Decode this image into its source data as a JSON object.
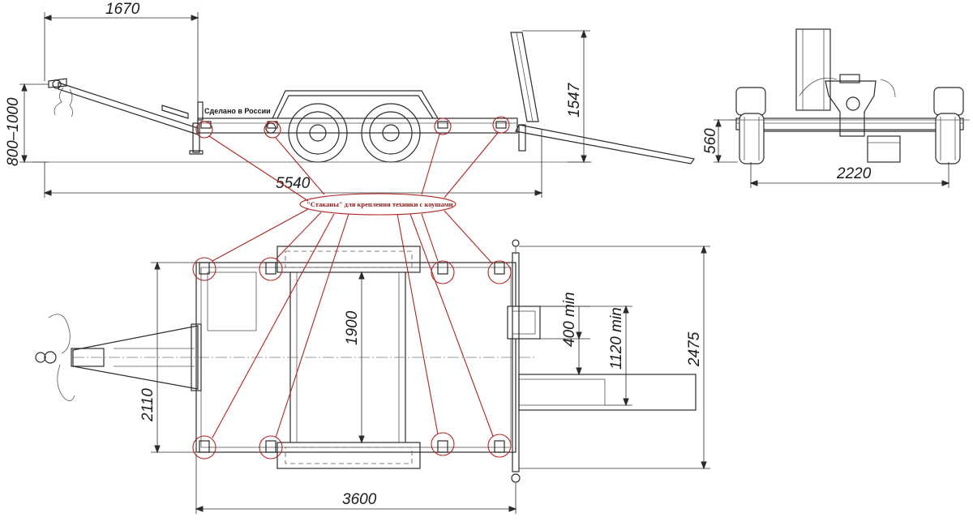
{
  "dimensions": {
    "drawbar_length": "1670",
    "coupling_height": "800–1000",
    "overall_length": "5540",
    "ramp_height": "1547",
    "deck_height": "560",
    "overall_width": "2220",
    "deck_width": "2110",
    "deck_length": "3600",
    "inner_length": "1900",
    "total_width_with_ramps": "2475",
    "ramp_gap_min": "400 min",
    "ramp_spacing_min": "1120 min"
  },
  "labels": {
    "side_plate": "Сделано в России",
    "callout": "\"Стаканы\" для крепления техники с коушами"
  },
  "colors": {
    "line": "#2b2b2b",
    "callout": "#b22222"
  }
}
